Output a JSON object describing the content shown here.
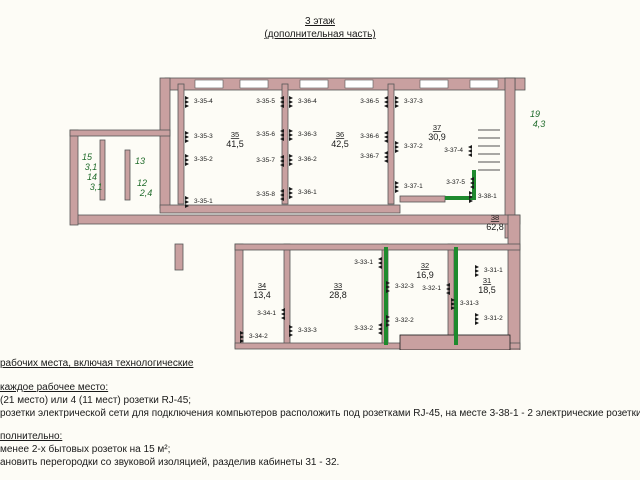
{
  "header": {
    "title": "3 этаж",
    "subtitle": "(дополнительная часть)"
  },
  "rooms": [
    {
      "number": "35",
      "area": "41,5"
    },
    {
      "number": "36",
      "area": "42,5"
    },
    {
      "number": "37",
      "area": "30,9"
    },
    {
      "number": "38",
      "area": "62,8"
    },
    {
      "number": "34",
      "area": "13,4"
    },
    {
      "number": "33",
      "area": "28,8"
    },
    {
      "number": "32",
      "area": "16,9"
    },
    {
      "number": "31",
      "area": "18,5"
    }
  ],
  "small_rooms": [
    {
      "number": "15",
      "area": "3,1"
    },
    {
      "number": "14",
      "area": "3,1"
    },
    {
      "number": "13",
      "area": ""
    },
    {
      "number": "12",
      "area": "2,4"
    },
    {
      "number": "19",
      "area": "4,3"
    }
  ],
  "sockets": [
    "3-35-4",
    "3-35-5",
    "3-35-3",
    "3-35-6",
    "3-35-2",
    "3-35-7",
    "3-35-1",
    "3-35-8",
    "3-36-4",
    "3-36-5",
    "3-36-3",
    "3-36-6",
    "3-36-2",
    "3-36-7",
    "3-36-1",
    "3-37-3",
    "3-37-2",
    "3-37-4",
    "3-37-1",
    "3-37-5",
    "3-38-1",
    "3-33-1",
    "3-33-3",
    "3-33-2",
    "3-34-1",
    "3-34-2",
    "3-32-3",
    "3-32-1",
    "3-32-2",
    "3-31-1",
    "3-31-3",
    "3-31-2"
  ],
  "notes": {
    "line1": "рабочих места, включая технологические",
    "line2": "каждое рабочее место:",
    "line3": "(21 место) или 4 (11 мест) розетки RJ-45;",
    "line4": "розетки электрической сети для подключения компьютеров расположить под розетками RJ-45, на месте 3-38-1 - 2 электрические розетки",
    "line5": "полнительно:",
    "line6": "менее 2-х бытовых розеток на 15 м²;",
    "line7": "ановить перегородки со звуковой изоляцией, разделив кабинеты 31 - 32."
  },
  "colors": {
    "wall": "#c9a0a0",
    "wall_stroke": "#555555",
    "partition": "#1f8a2e",
    "ink": "#1a1a1a"
  }
}
